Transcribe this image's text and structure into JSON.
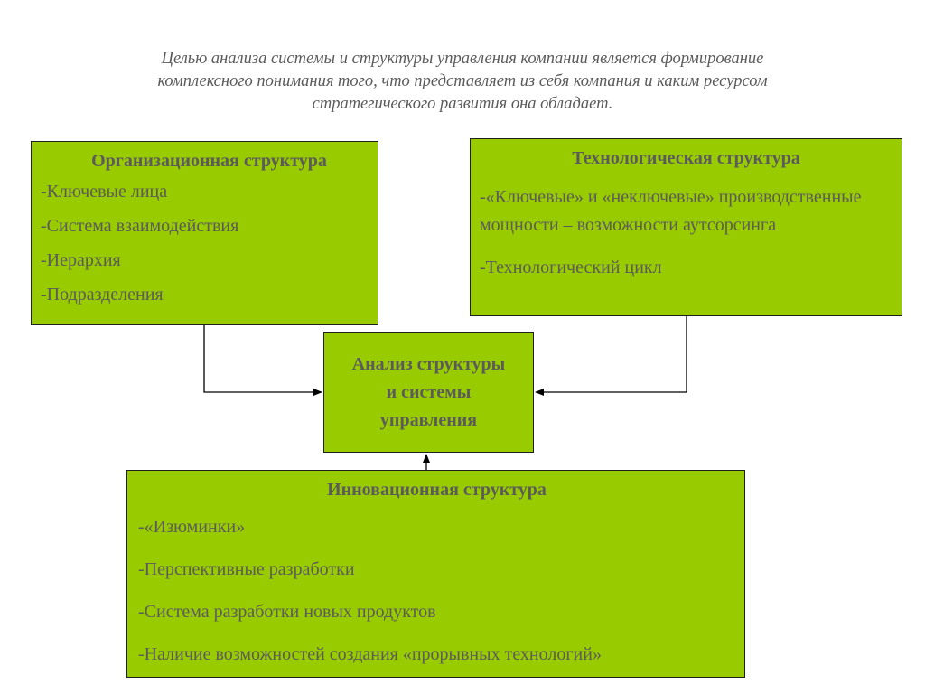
{
  "intro": {
    "line1": "Целью анализа системы и структуры управления компании является формирование",
    "line2": "комплексного понимания того, что представляет из себя компания и каким ресурсом",
    "line3": "стратегического развития она обладает."
  },
  "org": {
    "title": "Организационная структура",
    "items": [
      "-Ключевые лица",
      "-Система взаимодействия",
      "-Иерархия",
      "-Подразделения"
    ]
  },
  "tech": {
    "title": "Технологическая структура",
    "items": [
      "-«Ключевые» и «неключевые» производственные мощности – возможности аутсорсинга",
      "-Технологический цикл"
    ]
  },
  "center": {
    "title": "Анализ структуры и системы управления"
  },
  "inno": {
    "title": "Инновационная структура",
    "items": [
      "-«Изюминки»",
      "-Перспективные разработки",
      "-Система разработки новых продуктов",
      "-Наличие возможностей создания «прорывных технологий»"
    ]
  },
  "colors": {
    "box_fill": "#99cc00",
    "border": "#1f1f1f",
    "text": "#5b5b5b",
    "intro_text": "#5a5a5a"
  }
}
